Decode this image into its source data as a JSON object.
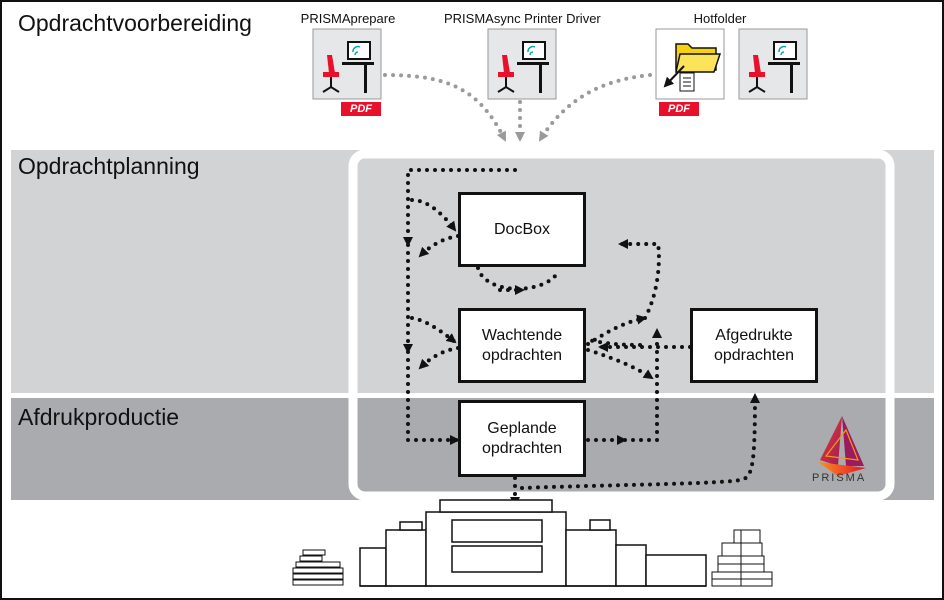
{
  "sections": {
    "preparation": "Opdrachtvoorbereiding",
    "planning": "Opdrachtplanning",
    "production": "Afdrukproductie"
  },
  "sources": [
    {
      "label": "PRISMAprepare",
      "badge": "PDF",
      "icon": "workstation-icon"
    },
    {
      "label": "PRISMAsync Printer Driver",
      "icon": "workstation-icon"
    },
    {
      "label": "Hotfolder",
      "badge": "PDF",
      "icon": "folder-icon"
    },
    {
      "label": "",
      "icon": "workstation-icon"
    }
  ],
  "boxes": {
    "docbox": "DocBox",
    "waiting_line1": "Wachtende",
    "waiting_line2": "opdrachten",
    "printed_line1": "Afgedrukte",
    "printed_line2": "opdrachten",
    "planned_line1": "Geplande",
    "planned_line2": "opdrachten"
  },
  "logo": {
    "text": "PRISMA",
    "icon": "prisma-logo-icon"
  },
  "colors": {
    "planning_band": "#d1d3d5",
    "production_band": "#a9abae",
    "pdf_badge": "#e8102a",
    "flow_arrow": "#111111",
    "incoming_arrow": "#9a9a9a"
  }
}
